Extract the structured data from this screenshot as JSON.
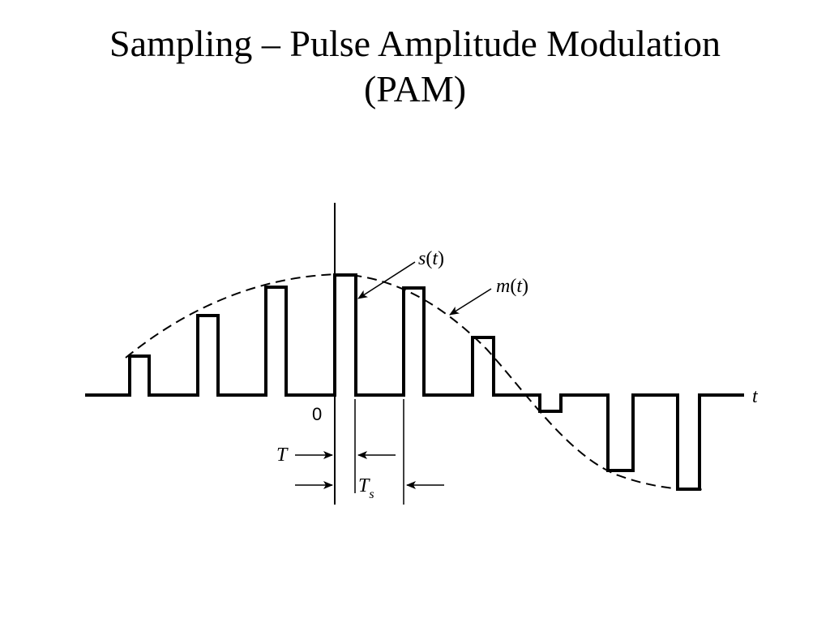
{
  "title": {
    "line1": "Sampling – Pulse Amplitude Modulation",
    "line2": "(PAM)"
  },
  "diagram": {
    "time_axis_label": "t",
    "origin_label": "0",
    "signal_sampled": {
      "fn": "s",
      "open": "(",
      "arg": "t",
      "close": ")"
    },
    "signal_message": {
      "fn": "m",
      "open": "(",
      "arg": "t",
      "close": ")"
    },
    "pulse_width_label": "T",
    "sample_period_label": {
      "base": "T",
      "sub": "s"
    },
    "message_style": "dashed",
    "sampled_style": "solid flat-top pulses"
  }
}
